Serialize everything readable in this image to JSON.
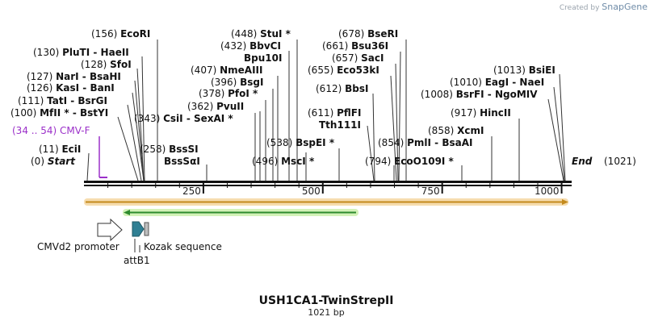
{
  "branding": {
    "created_by": "Created by",
    "app": "SnapGene"
  },
  "sequence": {
    "name": "USH1CA1-TwinStrepII",
    "length_label": "1021 bp",
    "length": 1021
  },
  "sites": [
    {
      "pos": "(156)",
      "name": "EcoRI",
      "site": 156
    },
    {
      "pos": "(130)",
      "name": "PluTI  -  HaeII",
      "site": 130
    },
    {
      "pos": "(128)",
      "name": "SfoI",
      "site": 128
    },
    {
      "pos": "(127)",
      "name": "NarI  -  BsaHI",
      "site": 127
    },
    {
      "pos": "(126)",
      "name": "KasI  -  BanI",
      "site": 126
    },
    {
      "pos": "(111)",
      "name": "TatI  -  BsrGI",
      "site": 111
    },
    {
      "pos": "(100)",
      "name": "MfII *  -  BstYI",
      "site": 100
    },
    {
      "pos": "(11)",
      "name": "EciI",
      "site": 11
    },
    {
      "pos": "(0)",
      "name": "Start",
      "site": 0
    },
    {
      "pos": "(343)",
      "name": "CsiI  -  SexAI *",
      "site": 343
    },
    {
      "pos": "(258)",
      "name": "BssSI",
      "site": 258
    },
    {
      "pos": "",
      "name": "BssSαI",
      "site": 258
    },
    {
      "pos": "(448)",
      "name": "StuI *",
      "site": 448
    },
    {
      "pos": "(432)",
      "name": "BbvCI",
      "site": 432
    },
    {
      "pos": "",
      "name": "Bpu10I",
      "site": 432
    },
    {
      "pos": "(407)",
      "name": "NmeAIII",
      "site": 407
    },
    {
      "pos": "(396)",
      "name": "BsgI",
      "site": 396
    },
    {
      "pos": "(378)",
      "name": "PfoI *",
      "site": 378
    },
    {
      "pos": "(362)",
      "name": "PvuII",
      "site": 362
    },
    {
      "pos": "(538)",
      "name": "BspEI *",
      "site": 538
    },
    {
      "pos": "(496)",
      "name": "MscI *",
      "site": 496
    },
    {
      "pos": "(678)",
      "name": "BseRI",
      "site": 678
    },
    {
      "pos": "(661)",
      "name": "Bsu36I",
      "site": 661
    },
    {
      "pos": "(657)",
      "name": "SacI",
      "site": 657
    },
    {
      "pos": "(655)",
      "name": "Eco53kI",
      "site": 655
    },
    {
      "pos": "(612)",
      "name": "BbsI",
      "site": 612
    },
    {
      "pos": "(611)",
      "name": "PflFI",
      "site": 611
    },
    {
      "pos": "",
      "name": "Tth111I",
      "site": 611
    },
    {
      "pos": "(854)",
      "name": "PmlI  -  BsaAI",
      "site": 854
    },
    {
      "pos": "(794)",
      "name": "EcoO109I *",
      "site": 794
    },
    {
      "pos": "(858)",
      "name": "XcmI",
      "site": 858
    },
    {
      "pos": "(917)",
      "name": "HincII",
      "site": 917
    },
    {
      "pos": "(1013)",
      "name": "BsiEI",
      "site": 1013
    },
    {
      "pos": "(1010)",
      "name": "EagI  -  NaeI",
      "site": 1010
    },
    {
      "pos": "(1008)",
      "name": "BsrFI  -  NgoMIV",
      "site": 1008
    },
    {
      "pos": "(1021)",
      "name": "End",
      "site": 1021
    }
  ],
  "primer": {
    "pos": "(34 .. 54)",
    "name": "CMV-F",
    "color": "#9b30c9"
  },
  "ticks": [
    {
      "value": 250,
      "label": "250"
    },
    {
      "value": 500,
      "label": "500"
    },
    {
      "value": 750,
      "label": "750"
    },
    {
      "value": 1000,
      "label": "1000"
    }
  ],
  "features": {
    "cmv_promoter": {
      "label": "CMVd2 promoter"
    },
    "attb1": {
      "label": "attB1",
      "color": "#2f7f93"
    },
    "kozak": {
      "label": "Kozak sequence"
    },
    "orf": {
      "color": "#2e8b2e",
      "highlight": "#d4f2b8"
    },
    "full": {
      "color": "#c48a1c",
      "highlight": "#f6dcae"
    }
  }
}
